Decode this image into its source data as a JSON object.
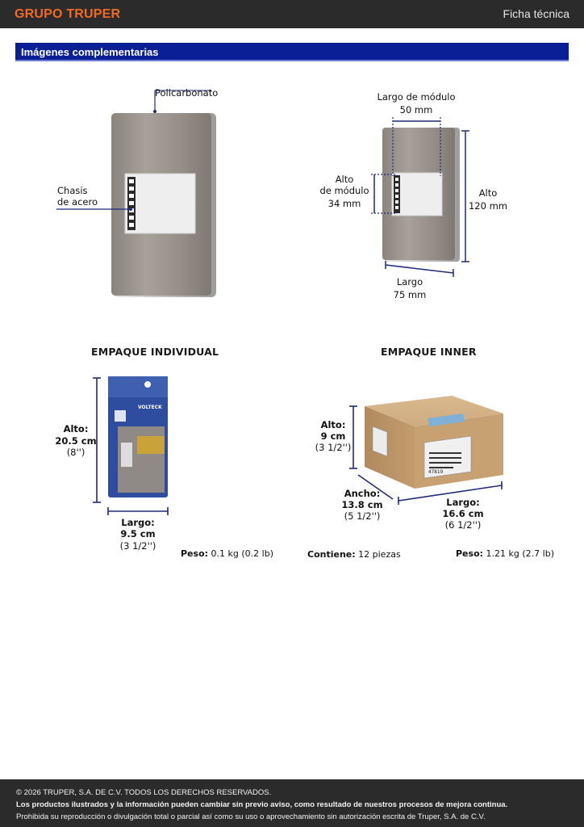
{
  "header": {
    "brand": "GRUPO TRUPER",
    "doc_type": "Ficha técnica",
    "section_title": "Imágenes complementarias"
  },
  "product_materials": {
    "top_material": "Policarbonato",
    "chassis_line1": "Chasis",
    "chassis_line2": "de acero"
  },
  "product_dimensions": {
    "module_width_label": "Largo de módulo",
    "module_width_value": "50 mm",
    "module_height_line1": "Alto",
    "module_height_line2": "de módulo",
    "module_height_value": "34 mm",
    "height_label": "Alto",
    "height_value": "120 mm",
    "length_label": "Largo",
    "length_value": "75 mm"
  },
  "individual_package": {
    "heading": "EMPAQUE INDIVIDUAL",
    "brand_on_pack": "VOLTECK",
    "height_label": "Alto:",
    "height_value": "20.5 cm",
    "height_inches": "(8'')",
    "length_label": "Largo:",
    "length_value": "9.5 cm",
    "length_inches": "(3 1/2'')",
    "weight_label": "Peso:",
    "weight_value": "0.1 kg (0.2 lb)"
  },
  "inner_package": {
    "heading": "EMPAQUE INNER",
    "height_label": "Alto:",
    "height_value": "9 cm",
    "height_inches": "(3 1/2'')",
    "width_label": "Ancho:",
    "width_value": "13.8 cm",
    "width_inches": "(5 1/2'')",
    "length_label": "Largo:",
    "length_value": "16.6 cm",
    "length_inches": "(6 1/2'')",
    "contains_label": "Contiene:",
    "contains_value": "12 piezas",
    "weight_label": "Peso:",
    "weight_value": "1.21 kg (2.7 lb)",
    "box_code": "47819"
  },
  "footer": {
    "copyright": "© 2026 TRUPER, S.A. DE C.V. TODOS LOS DERECHOS RESERVADOS.",
    "notice": "Los productos ilustrados y la información pueden cambiar sin previo aviso, como resultado de nuestros procesos de mejora continua.",
    "prohibition": "Prohibida su reproducción o divulgación total o parcial así como su uso o aprovechamiento sin autorización escrita de Truper, S.A. de C.V."
  },
  "colors": {
    "brand_orange": "#f26a21",
    "section_blue": "#0a1f95",
    "header_dark": "#2b2b2b",
    "dimension_navy": "#1f2a78",
    "cardboard": "#c9a57a"
  }
}
